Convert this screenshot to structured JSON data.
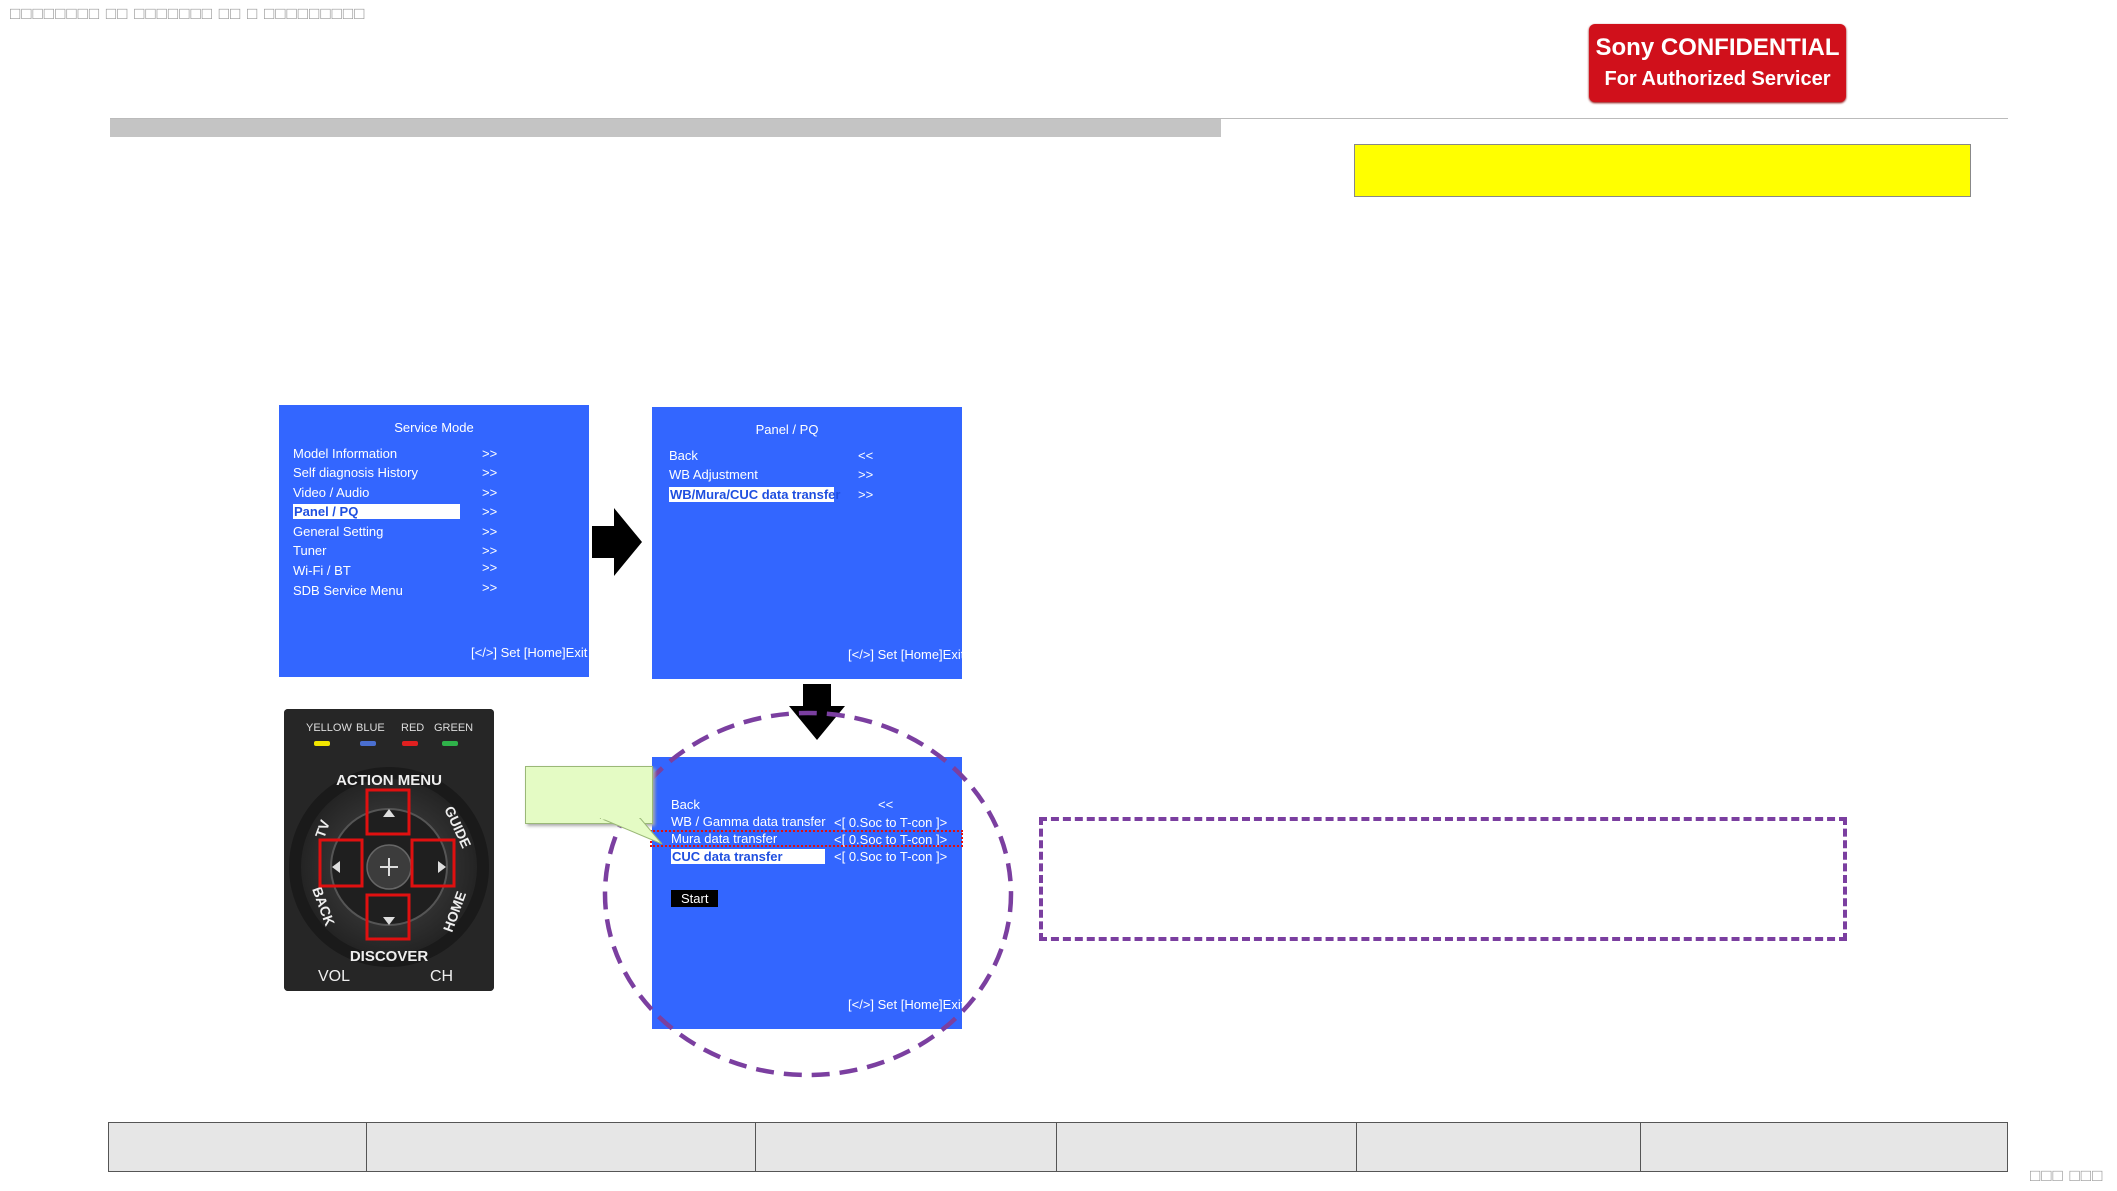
{
  "header": {
    "garbled_text": "□□□□□□□□ □□ □□□□□□□ □□ □ □□□□□□□□□",
    "confidential_line1": "Sony CONFIDENTIAL",
    "confidential_line2": "For Authorized Servicer",
    "yellow_box_text": ""
  },
  "screen1": {
    "title": "Service Mode",
    "items": [
      {
        "label": "Model Information",
        "arrow": ">>"
      },
      {
        "label": "Self diagnosis History",
        "arrow": ">>"
      },
      {
        "label": "Video / Audio",
        "arrow": ">>"
      },
      {
        "label": "Panel / PQ",
        "arrow": ">>"
      },
      {
        "label": "General Setting",
        "arrow": ">>"
      },
      {
        "label": "Tuner",
        "arrow": ">>"
      },
      {
        "label": "Wi-Fi / BT",
        "arrow": ">>"
      },
      {
        "label": "SDB Service Menu",
        "arrow": ">>"
      }
    ],
    "footer": "[</>] Set [Home]Exit"
  },
  "screen2": {
    "title": "Panel / PQ",
    "items": [
      {
        "label": "Back",
        "arrow": "<<"
      },
      {
        "label": "WB Adjustment",
        "arrow": ">>"
      },
      {
        "label": "WB/Mura/CUC data transfer",
        "arrow": ">>"
      }
    ],
    "footer": "[</>] Set [Home]Exit"
  },
  "screen3": {
    "items": [
      {
        "label": "Back",
        "value": "<<"
      },
      {
        "label": "WB / Gamma data transfer",
        "value": "<[ 0.Soc to T-con ]>"
      },
      {
        "label": "Mura data transfer",
        "value": "<[ 0.Soc to T-con ]>"
      },
      {
        "label": "CUC data transfer",
        "value": "<[ 0.Soc to T-con ]>"
      }
    ],
    "start_label": "Start",
    "footer": "[</>] Set [Home]Exit"
  },
  "remote": {
    "color_keys": [
      "YELLOW",
      "BLUE",
      "RED",
      "GREEN"
    ],
    "ring_labels": [
      "ACTION MENU",
      "TV",
      "GUIDE",
      "BACK",
      "HOME",
      "DISCOVER"
    ],
    "bottom_labels": [
      "VOL",
      "CH"
    ],
    "key_colors": {
      "yellow": "#f2e600",
      "blue": "#4a6fd0",
      "red": "#e02020",
      "green": "#2fb24a"
    },
    "highlight_color": "#e01010"
  },
  "callout_text": "",
  "dashed_box_text": "",
  "footer_table": {
    "cells": [
      "",
      "",
      "",
      "",
      "",
      ""
    ]
  },
  "page_garbled_br": "□□□ □□□",
  "colors": {
    "screen_blue": "#3366ff",
    "accent_purple": "#7b3fa0",
    "confidential_red": "#d0101b",
    "yellow": "#ffff00"
  }
}
